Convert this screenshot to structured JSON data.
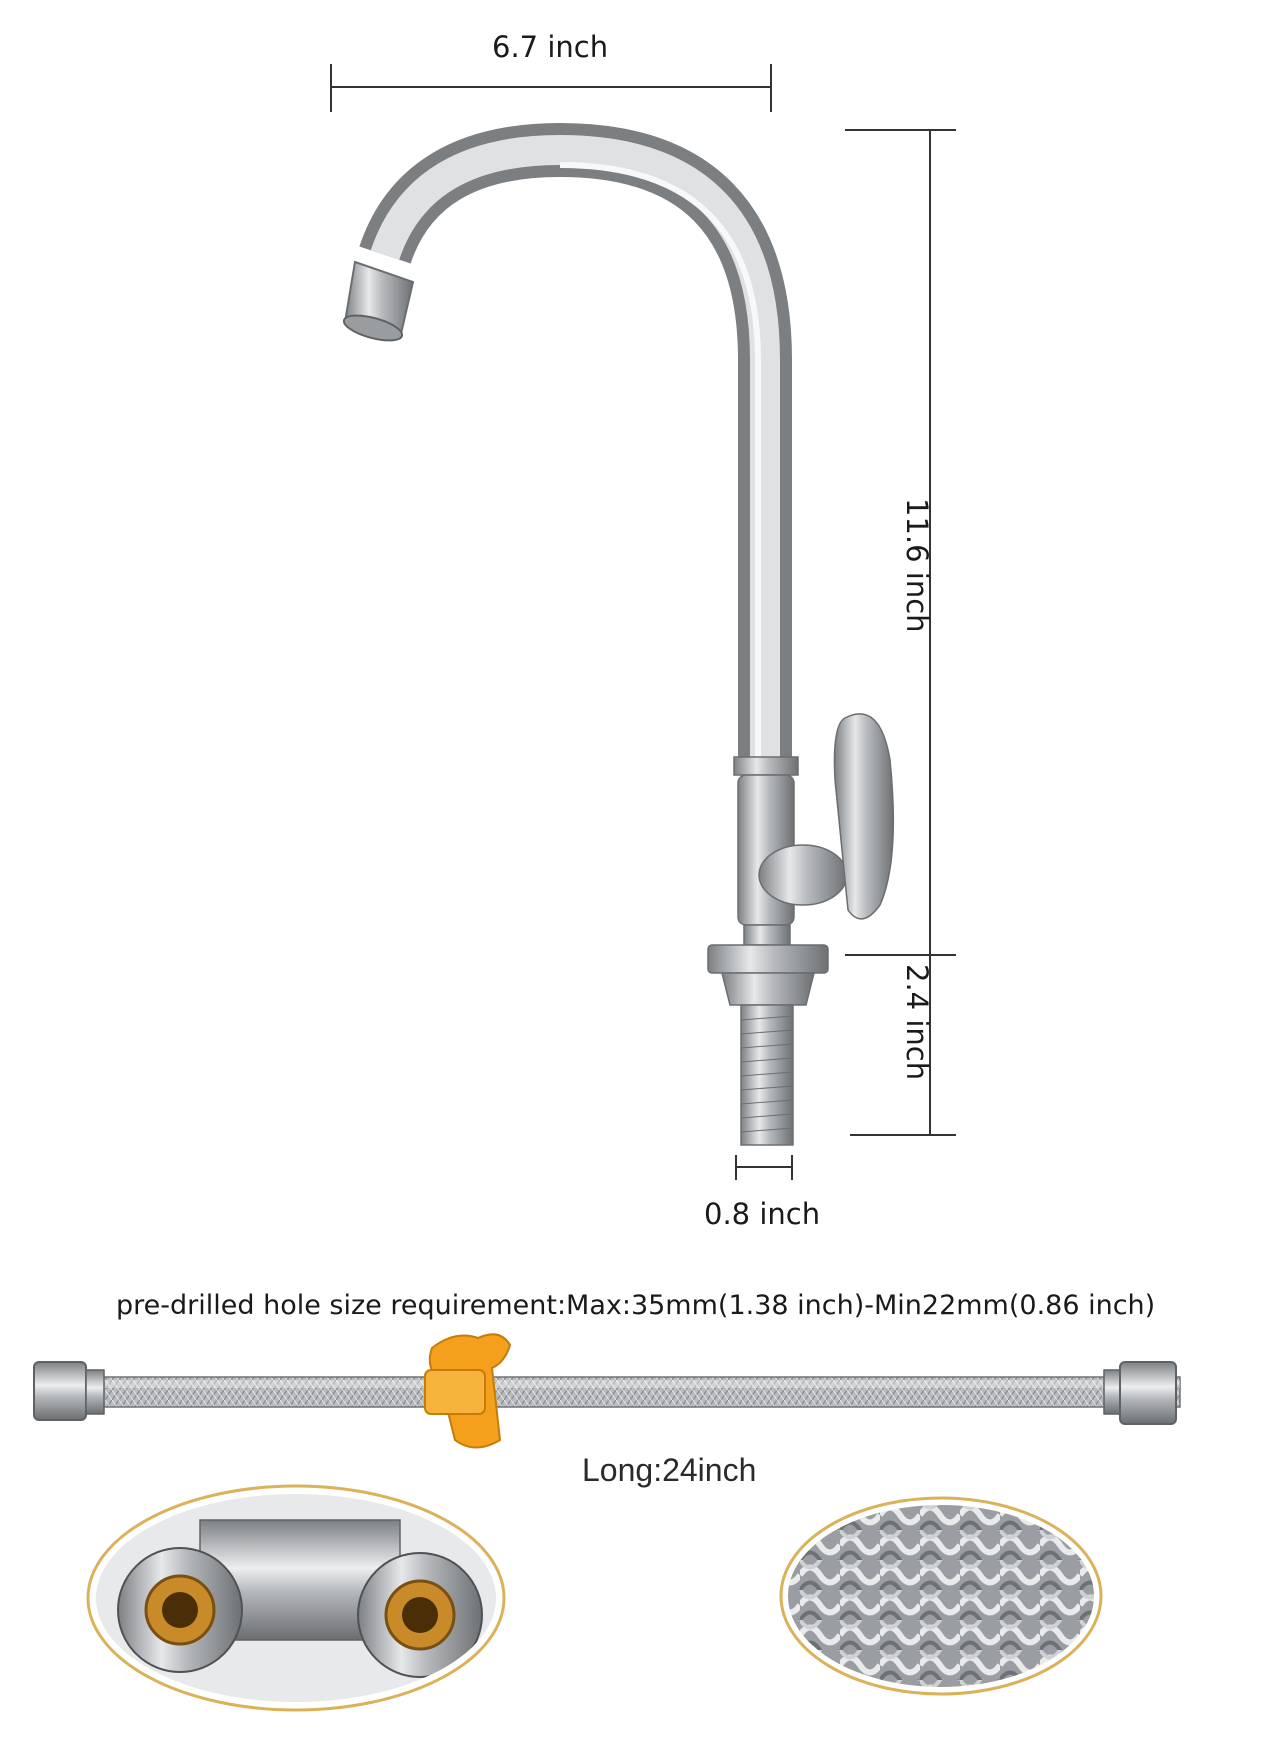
{
  "dimensions": {
    "width_label": "6.7 inch",
    "height_label": "11.6 inch",
    "shank_label": "2.4 inch",
    "diameter_label": "0.8 inch"
  },
  "hole_requirement": "pre-drilled hole size requirement:Max:35mm(1.38 inch)-Min22mm(0.86 inch)",
  "hose": {
    "length_label": "Long:24inch"
  },
  "colors": {
    "chrome": "#c9cbcd",
    "chrome_dark": "#8a8d90",
    "orange_clip": "#f4a01c",
    "brass": "#c98a2a",
    "frame_gold": "#d9b25a"
  }
}
